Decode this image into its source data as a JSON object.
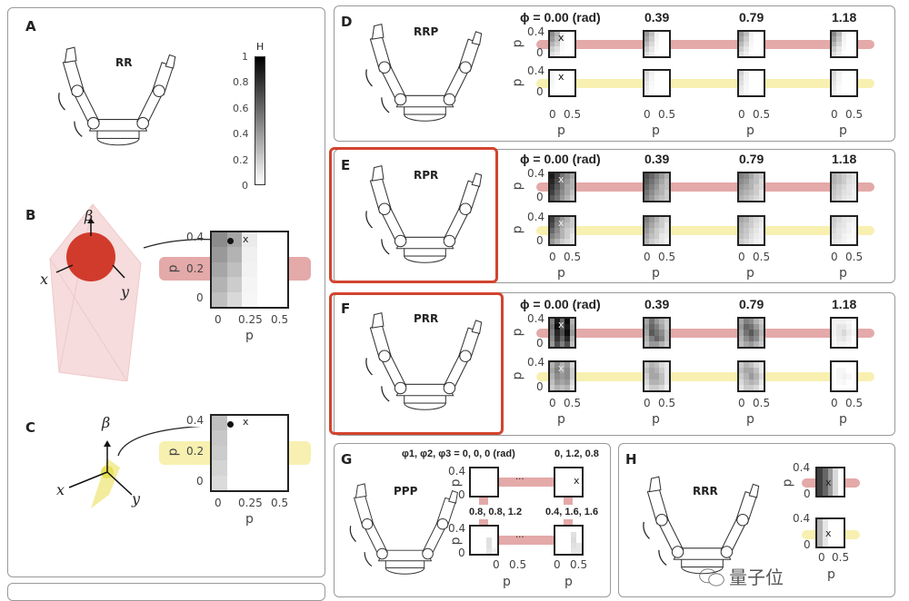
{
  "panels": {
    "A": {
      "label": "A",
      "robot": "RR",
      "colorbar": {
        "title": "H",
        "ticks": [
          "1",
          "0.8",
          "0.6",
          "0.4",
          "0.2",
          "0"
        ]
      }
    },
    "B": {
      "label": "B",
      "axes": {
        "beta": "β",
        "x": "x",
        "y": "y"
      },
      "color": "#d13b2c",
      "yticks": [
        "0.4",
        "0.2",
        "0"
      ],
      "xticks": [
        "0",
        "0.25",
        "0.5"
      ],
      "ylabel": "d",
      "xlabel": "p",
      "marker": "x"
    },
    "C": {
      "label": "C",
      "axes": {
        "beta": "β",
        "x": "x",
        "y": "y"
      },
      "color": "#e8e05a",
      "yticks": [
        "0.4",
        "0.2",
        "0"
      ],
      "xticks": [
        "0",
        "0.25",
        "0.5"
      ],
      "ylabel": "d",
      "xlabel": "p",
      "marker": "x"
    },
    "D": {
      "label": "D",
      "robot": "RRP"
    },
    "E": {
      "label": "E",
      "robot": "RPR"
    },
    "F": {
      "label": "F",
      "robot": "PRR"
    },
    "G": {
      "label": "G",
      "robot": "PPP",
      "phi_title": "φ1, φ2, φ3 = 0, 0, 0 (rad)",
      "configs": [
        "0, 1.2, 0.8",
        "0.8, 0.8, 1.2",
        "0.4, 1.6, 1.6"
      ],
      "ellipsis": "···"
    },
    "H": {
      "label": "H",
      "robot": "RRR"
    }
  },
  "phi_labels": [
    "ϕ = 0.00 (rad)",
    "0.39",
    "0.79",
    "1.18"
  ],
  "axis": {
    "d": "d",
    "p": "p",
    "d_top": "0.4",
    "d_bottom": "0",
    "p_left": "0",
    "p_right": "0.5",
    "marker": "x"
  },
  "colors": {
    "pink_band": "#e4a9a9",
    "yellow_band": "#f7f0b0",
    "highlight": "#d2442f"
  },
  "watermark": "量子位",
  "heatmaps": {
    "B": [
      [
        0.45,
        0.35,
        0.08,
        0,
        0
      ],
      [
        0.4,
        0.3,
        0.06,
        0,
        0
      ],
      [
        0.35,
        0.25,
        0.05,
        0,
        0
      ],
      [
        0.3,
        0.2,
        0.04,
        0,
        0
      ],
      [
        0.25,
        0.15,
        0.03,
        0,
        0
      ]
    ],
    "C": [
      [
        0.25,
        0,
        0,
        0,
        0
      ],
      [
        0.22,
        0,
        0,
        0,
        0
      ],
      [
        0.2,
        0,
        0,
        0,
        0
      ],
      [
        0.17,
        0,
        0,
        0,
        0
      ],
      [
        0.14,
        0,
        0,
        0,
        0
      ]
    ],
    "D1": [
      [
        0.45,
        0.3,
        0.05,
        0,
        0
      ],
      [
        0.4,
        0.25,
        0.05,
        0,
        0
      ],
      [
        0.3,
        0.2,
        0.03,
        0,
        0
      ],
      [
        0.2,
        0.12,
        0.02,
        0,
        0
      ],
      [
        0.12,
        0.08,
        0,
        0,
        0
      ]
    ],
    "D2": [
      [
        0.4,
        0.25,
        0.05,
        0,
        0
      ],
      [
        0.35,
        0.2,
        0.04,
        0,
        0
      ],
      [
        0.28,
        0.15,
        0.03,
        0,
        0
      ],
      [
        0.2,
        0.1,
        0.02,
        0,
        0
      ],
      [
        0.12,
        0.06,
        0,
        0,
        0
      ]
    ],
    "D3": [
      [
        0.4,
        0.25,
        0.05,
        0,
        0
      ],
      [
        0.35,
        0.2,
        0.04,
        0,
        0
      ],
      [
        0.28,
        0.15,
        0.03,
        0,
        0
      ],
      [
        0.2,
        0.1,
        0.02,
        0,
        0
      ],
      [
        0.12,
        0.06,
        0,
        0,
        0
      ]
    ],
    "D4": [
      [
        0.45,
        0.28,
        0.05,
        0,
        0
      ],
      [
        0.38,
        0.22,
        0.04,
        0,
        0
      ],
      [
        0.3,
        0.16,
        0.03,
        0,
        0
      ],
      [
        0.2,
        0.1,
        0.02,
        0,
        0
      ],
      [
        0.12,
        0.06,
        0,
        0,
        0
      ]
    ],
    "D5": [
      [
        0.04,
        0,
        0,
        0,
        0
      ],
      [
        0.04,
        0,
        0,
        0,
        0
      ],
      [
        0.03,
        0,
        0,
        0,
        0
      ],
      [
        0.02,
        0,
        0,
        0,
        0
      ],
      [
        0.01,
        0,
        0,
        0,
        0
      ]
    ],
    "D6": [
      [
        0.15,
        0.05,
        0,
        0,
        0
      ],
      [
        0.13,
        0.04,
        0,
        0,
        0
      ],
      [
        0.1,
        0.03,
        0,
        0,
        0
      ],
      [
        0.08,
        0.02,
        0,
        0,
        0
      ],
      [
        0.05,
        0.01,
        0,
        0,
        0
      ]
    ],
    "D7": [
      [
        0.18,
        0.06,
        0,
        0,
        0
      ],
      [
        0.15,
        0.05,
        0,
        0,
        0
      ],
      [
        0.12,
        0.04,
        0,
        0,
        0
      ],
      [
        0.09,
        0.03,
        0,
        0,
        0
      ],
      [
        0.06,
        0.02,
        0,
        0,
        0
      ]
    ],
    "D8": [
      [
        0.15,
        0.05,
        0,
        0,
        0
      ],
      [
        0.13,
        0.04,
        0,
        0,
        0
      ],
      [
        0.1,
        0.03,
        0,
        0,
        0
      ],
      [
        0.08,
        0.02,
        0,
        0,
        0
      ],
      [
        0.05,
        0.01,
        0,
        0,
        0
      ]
    ],
    "E1": [
      [
        0.9,
        0.75,
        0.55,
        0.45,
        0.35
      ],
      [
        0.85,
        0.7,
        0.5,
        0.4,
        0.3
      ],
      [
        0.8,
        0.65,
        0.5,
        0.35,
        0.3
      ],
      [
        0.75,
        0.6,
        0.45,
        0.35,
        0.25
      ],
      [
        0.65,
        0.55,
        0.4,
        0.3,
        0.2
      ]
    ],
    "E2": [
      [
        0.7,
        0.6,
        0.5,
        0.4,
        0.3
      ],
      [
        0.65,
        0.55,
        0.45,
        0.35,
        0.25
      ],
      [
        0.6,
        0.5,
        0.4,
        0.3,
        0.25
      ],
      [
        0.55,
        0.45,
        0.35,
        0.3,
        0.2
      ],
      [
        0.5,
        0.4,
        0.3,
        0.25,
        0.2
      ]
    ],
    "E3": [
      [
        0.5,
        0.45,
        0.35,
        0.25,
        0.2
      ],
      [
        0.45,
        0.4,
        0.3,
        0.25,
        0.15
      ],
      [
        0.4,
        0.35,
        0.3,
        0.2,
        0.15
      ],
      [
        0.35,
        0.3,
        0.25,
        0.2,
        0.1
      ],
      [
        0.3,
        0.25,
        0.2,
        0.15,
        0.1
      ]
    ],
    "E4": [
      [
        0.3,
        0.25,
        0.2,
        0.15,
        0.1
      ],
      [
        0.3,
        0.25,
        0.2,
        0.12,
        0.1
      ],
      [
        0.25,
        0.2,
        0.15,
        0.1,
        0.08
      ],
      [
        0.22,
        0.18,
        0.12,
        0.1,
        0.05
      ],
      [
        0.2,
        0.15,
        0.1,
        0.08,
        0.05
      ]
    ],
    "E5": [
      [
        0.75,
        0.55,
        0.4,
        0.3,
        0.2
      ],
      [
        0.7,
        0.5,
        0.35,
        0.25,
        0.2
      ],
      [
        0.6,
        0.45,
        0.3,
        0.2,
        0.15
      ],
      [
        0.5,
        0.4,
        0.3,
        0.2,
        0.1
      ],
      [
        0.4,
        0.3,
        0.2,
        0.15,
        0.1
      ]
    ],
    "E6": [
      [
        0.5,
        0.4,
        0.3,
        0.2,
        0.15
      ],
      [
        0.45,
        0.35,
        0.25,
        0.2,
        0.1
      ],
      [
        0.4,
        0.3,
        0.2,
        0.15,
        0.1
      ],
      [
        0.35,
        0.25,
        0.2,
        0.1,
        0.08
      ],
      [
        0.3,
        0.2,
        0.15,
        0.1,
        0.05
      ]
    ],
    "E7": [
      [
        0.35,
        0.3,
        0.2,
        0.15,
        0.1
      ],
      [
        0.3,
        0.25,
        0.2,
        0.12,
        0.08
      ],
      [
        0.28,
        0.22,
        0.15,
        0.1,
        0.05
      ],
      [
        0.25,
        0.2,
        0.12,
        0.08,
        0.05
      ],
      [
        0.2,
        0.15,
        0.1,
        0.05,
        0.03
      ]
    ],
    "E8": [
      [
        0.2,
        0.15,
        0.1,
        0.08,
        0.05
      ],
      [
        0.18,
        0.12,
        0.1,
        0.05,
        0.03
      ],
      [
        0.15,
        0.1,
        0.08,
        0.05,
        0.02
      ],
      [
        0.12,
        0.1,
        0.05,
        0.03,
        0.02
      ],
      [
        0.1,
        0.08,
        0.05,
        0.02,
        0
      ]
    ],
    "F1": [
      [
        0.5,
        0.9,
        0.6,
        0.95,
        0.3
      ],
      [
        0.55,
        0.95,
        0.65,
        0.9,
        0.35
      ],
      [
        0.5,
        0.85,
        0.7,
        0.95,
        0.4
      ],
      [
        0.45,
        0.8,
        0.6,
        0.85,
        0.3
      ],
      [
        0.4,
        0.7,
        0.5,
        0.7,
        0.25
      ]
    ],
    "F2": [
      [
        0.35,
        0.55,
        0.4,
        0.3,
        0.2
      ],
      [
        0.4,
        0.6,
        0.5,
        0.35,
        0.2
      ],
      [
        0.35,
        0.65,
        0.55,
        0.45,
        0.25
      ],
      [
        0.3,
        0.5,
        0.6,
        0.5,
        0.25
      ],
      [
        0.25,
        0.4,
        0.4,
        0.3,
        0.2
      ]
    ],
    "F3": [
      [
        0.35,
        0.5,
        0.45,
        0.3,
        0.2
      ],
      [
        0.4,
        0.6,
        0.55,
        0.4,
        0.25
      ],
      [
        0.35,
        0.55,
        0.65,
        0.5,
        0.3
      ],
      [
        0.3,
        0.45,
        0.55,
        0.45,
        0.25
      ],
      [
        0.25,
        0.35,
        0.4,
        0.3,
        0.2
      ]
    ],
    "F4": [
      [
        0.05,
        0.05,
        0.05,
        0.03,
        0
      ],
      [
        0.05,
        0.1,
        0.1,
        0.05,
        0
      ],
      [
        0.05,
        0.1,
        0.15,
        0.08,
        0.03
      ],
      [
        0.03,
        0.08,
        0.1,
        0.05,
        0
      ],
      [
        0.02,
        0.05,
        0.05,
        0.03,
        0
      ]
    ],
    "F5": [
      [
        0.3,
        0.45,
        0.3,
        0.4,
        0.15
      ],
      [
        0.35,
        0.5,
        0.35,
        0.45,
        0.2
      ],
      [
        0.3,
        0.45,
        0.4,
        0.45,
        0.2
      ],
      [
        0.25,
        0.4,
        0.35,
        0.4,
        0.15
      ],
      [
        0.2,
        0.3,
        0.25,
        0.3,
        0.1
      ]
    ],
    "F6": [
      [
        0.2,
        0.3,
        0.25,
        0.15,
        0.1
      ],
      [
        0.25,
        0.35,
        0.3,
        0.2,
        0.1
      ],
      [
        0.2,
        0.35,
        0.35,
        0.25,
        0.1
      ],
      [
        0.15,
        0.3,
        0.3,
        0.25,
        0.1
      ],
      [
        0.1,
        0.2,
        0.2,
        0.15,
        0.05
      ]
    ],
    "F7": [
      [
        0.2,
        0.3,
        0.25,
        0.15,
        0.1
      ],
      [
        0.25,
        0.35,
        0.35,
        0.25,
        0.1
      ],
      [
        0.2,
        0.3,
        0.4,
        0.3,
        0.15
      ],
      [
        0.15,
        0.25,
        0.3,
        0.25,
        0.1
      ],
      [
        0.1,
        0.2,
        0.2,
        0.15,
        0.05
      ]
    ],
    "F8": [
      [
        0,
        0,
        0,
        0,
        0
      ],
      [
        0,
        0.03,
        0.03,
        0,
        0
      ],
      [
        0,
        0.03,
        0.05,
        0.03,
        0
      ],
      [
        0,
        0.02,
        0.03,
        0,
        0
      ],
      [
        0,
        0,
        0,
        0,
        0
      ]
    ],
    "G1": [
      [
        0,
        0,
        0,
        0,
        0
      ],
      [
        0,
        0,
        0,
        0,
        0
      ],
      [
        0,
        0,
        0,
        0,
        0
      ],
      [
        0,
        0,
        0,
        0,
        0
      ],
      [
        0,
        0,
        0,
        0,
        0
      ]
    ],
    "G2": [
      [
        0,
        0,
        0,
        0,
        0
      ],
      [
        0,
        0,
        0,
        0,
        0
      ],
      [
        0,
        0,
        0,
        0,
        0
      ],
      [
        0,
        0,
        0,
        0,
        0
      ],
      [
        0,
        0,
        0,
        0,
        0
      ]
    ],
    "G3": [
      [
        0,
        0,
        0,
        0,
        0
      ],
      [
        0,
        0,
        0,
        0,
        0
      ],
      [
        0,
        0,
        0,
        0.12,
        0
      ],
      [
        0,
        0,
        0,
        0.12,
        0
      ],
      [
        0,
        0,
        0,
        0.1,
        0.05
      ]
    ],
    "G4": [
      [
        0,
        0,
        0,
        0,
        0
      ],
      [
        0,
        0,
        0,
        0.12,
        0
      ],
      [
        0,
        0,
        0,
        0.14,
        0
      ],
      [
        0,
        0,
        0,
        0.12,
        0.1
      ],
      [
        0,
        0,
        0,
        0.1,
        0.1
      ]
    ],
    "H1": [
      [
        0.75,
        0.6,
        0.4,
        0.15,
        0
      ],
      [
        0.75,
        0.6,
        0.4,
        0.15,
        0
      ],
      [
        0.75,
        0.6,
        0.4,
        0.15,
        0
      ],
      [
        0.75,
        0.6,
        0.4,
        0.15,
        0
      ],
      [
        0.75,
        0.6,
        0.4,
        0.15,
        0
      ]
    ],
    "H2": [
      [
        0.3,
        0.1,
        0,
        0,
        0
      ],
      [
        0.3,
        0.1,
        0,
        0,
        0
      ],
      [
        0.3,
        0.1,
        0,
        0,
        0
      ],
      [
        0.3,
        0.1,
        0,
        0,
        0
      ],
      [
        0.3,
        0.1,
        0,
        0,
        0
      ]
    ]
  }
}
